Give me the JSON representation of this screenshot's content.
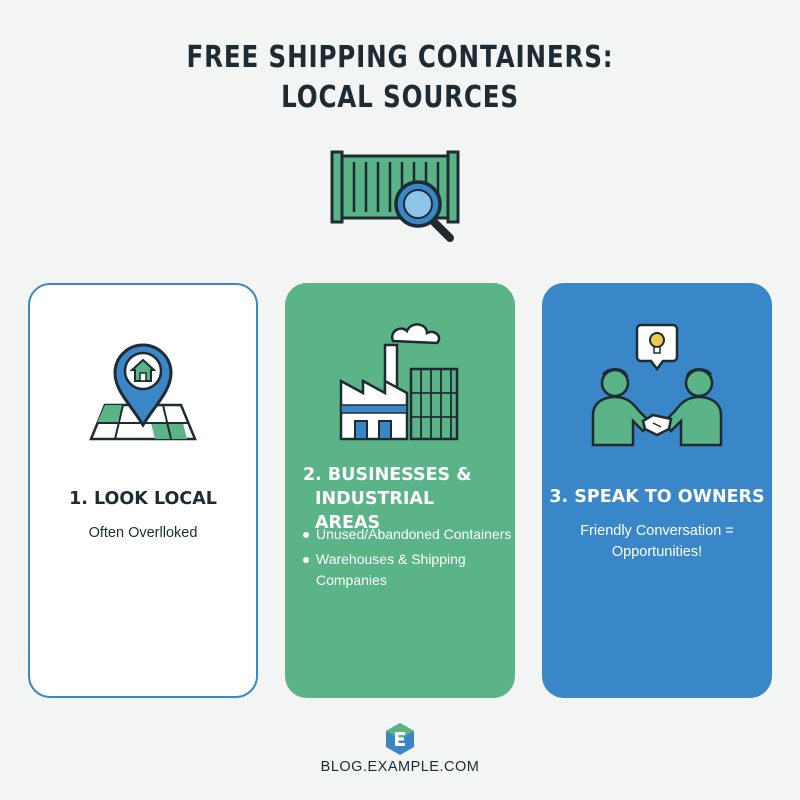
{
  "title": {
    "line1": "FREE SHIPPING CONTAINERS:",
    "line2": "LOCAL SOURCES"
  },
  "hero": {
    "icon": "container-magnifier-icon"
  },
  "cards": [
    {
      "icon": "map-pin-house-icon",
      "heading": "1. LOOK LOCAL",
      "subtitle": "Often Overlloked"
    },
    {
      "icon": "factory-containers-icon",
      "heading_line1": "2. BUSINESSES &",
      "heading_line2": "INDUSTRIAL AREAS",
      "bullets": [
        "Unused/Abandoned Containers",
        "Warehouses & Shipping Companies"
      ]
    },
    {
      "icon": "handshake-idea-icon",
      "heading": "3. SPEAK TO OWNERS",
      "subtitle": "Friendly Conversation = Opportunities!"
    }
  ],
  "footer": {
    "icon": "hexagon-e-logo",
    "text": "BLOG.EXAMPLE.COM"
  },
  "colors": {
    "background": "#f3f4f4",
    "green": "#5bb487",
    "blue": "#3987c8",
    "dark": "#1e2b33"
  }
}
